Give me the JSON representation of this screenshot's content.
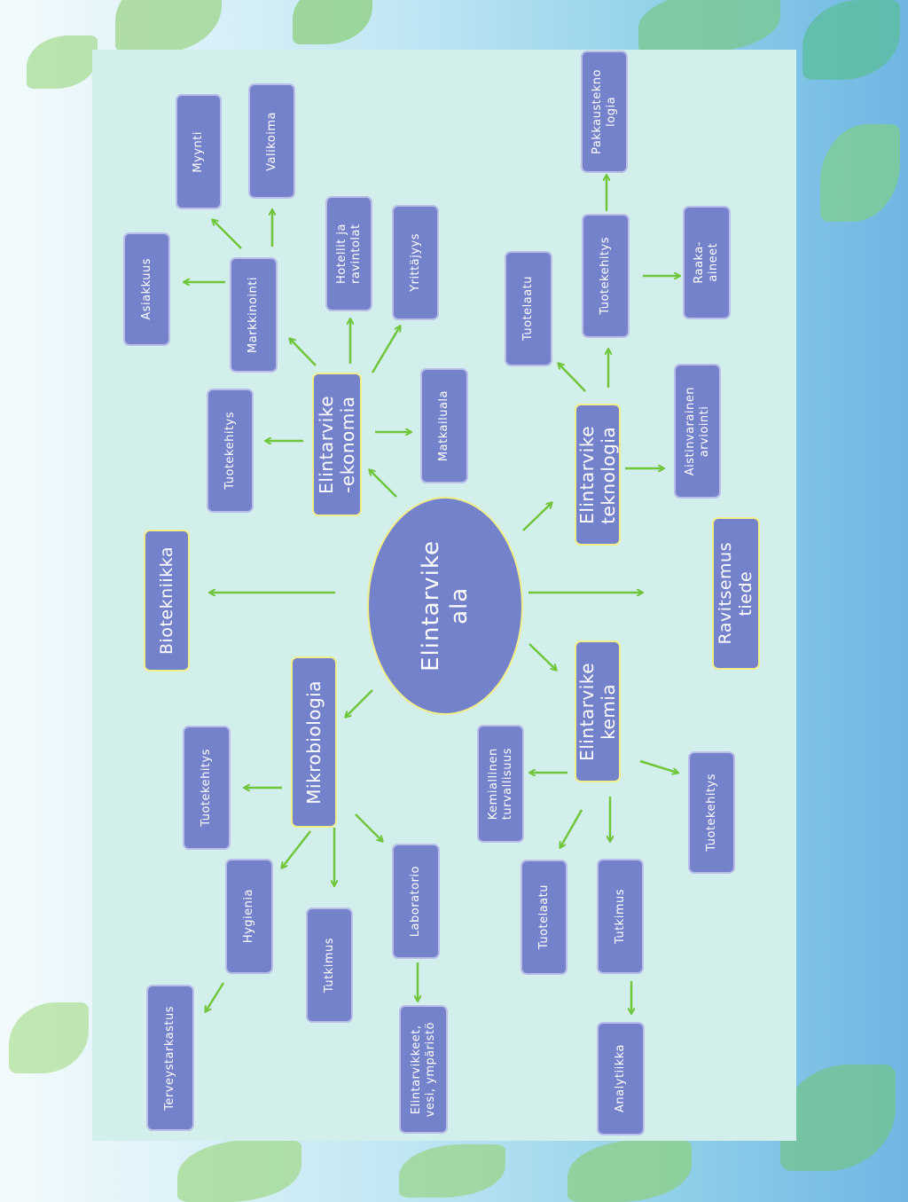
{
  "colors": {
    "node_fill": "#7482cc",
    "node_border": "#b9bde7",
    "highlight_border": "#f1ee8a",
    "arrow": "#6fc63a",
    "panel": "#d3efeb"
  },
  "center": {
    "label": "Elintarvike\nala"
  },
  "main": {
    "ekonomia": "Elintarvike\n-ekonomia",
    "teknologia": "Elintarvike\nteknologia",
    "kemia": "Elintarvike\nkemia",
    "mikrobiologia": "Mikrobiologia",
    "biotekniikka": "Biotekniikka",
    "ravitsemus": "Ravitsemus\ntiede"
  },
  "nodes": {
    "myynti": "Myynti",
    "valikoima": "Valikoima",
    "asiakkuus": "Asiakkuus",
    "markkinointi": "Markkinointi",
    "hotellit": "Hotellit ja\nravintolat",
    "yrittajyys": "Yrittäjyys",
    "tuotekehitys_ek": "Tuotekehitys",
    "matkailuala": "Matkailuala",
    "pakkaus": "Pakkaustekno\nlogia",
    "tuotekehitys_tek": "Tuotekehitys",
    "tuotelaatu_tek": "Tuotelaatu",
    "raaka": "Raaka-\naineet",
    "aistinvarainen": "Aistinvarainen\narviointi",
    "tuotekehitys_mik": "Tuotekehitys",
    "hygienia": "Hygienia",
    "terveys": "Terveystarkastus",
    "tutkimus_mik": "Tutkimus",
    "laboratorio": "Laboratorio",
    "elintarvikkeet": "Elintarvikkeet,\nvesi, ympäristö",
    "kemiallinen": "Kemiallinen\nturvallisuus",
    "tuotekehitys_kem": "Tuotekehitys",
    "tuotelaatu_kem": "Tuotelaatu",
    "tutkimus_kem": "Tutkimus",
    "analytiikka": "Analytiikka"
  }
}
